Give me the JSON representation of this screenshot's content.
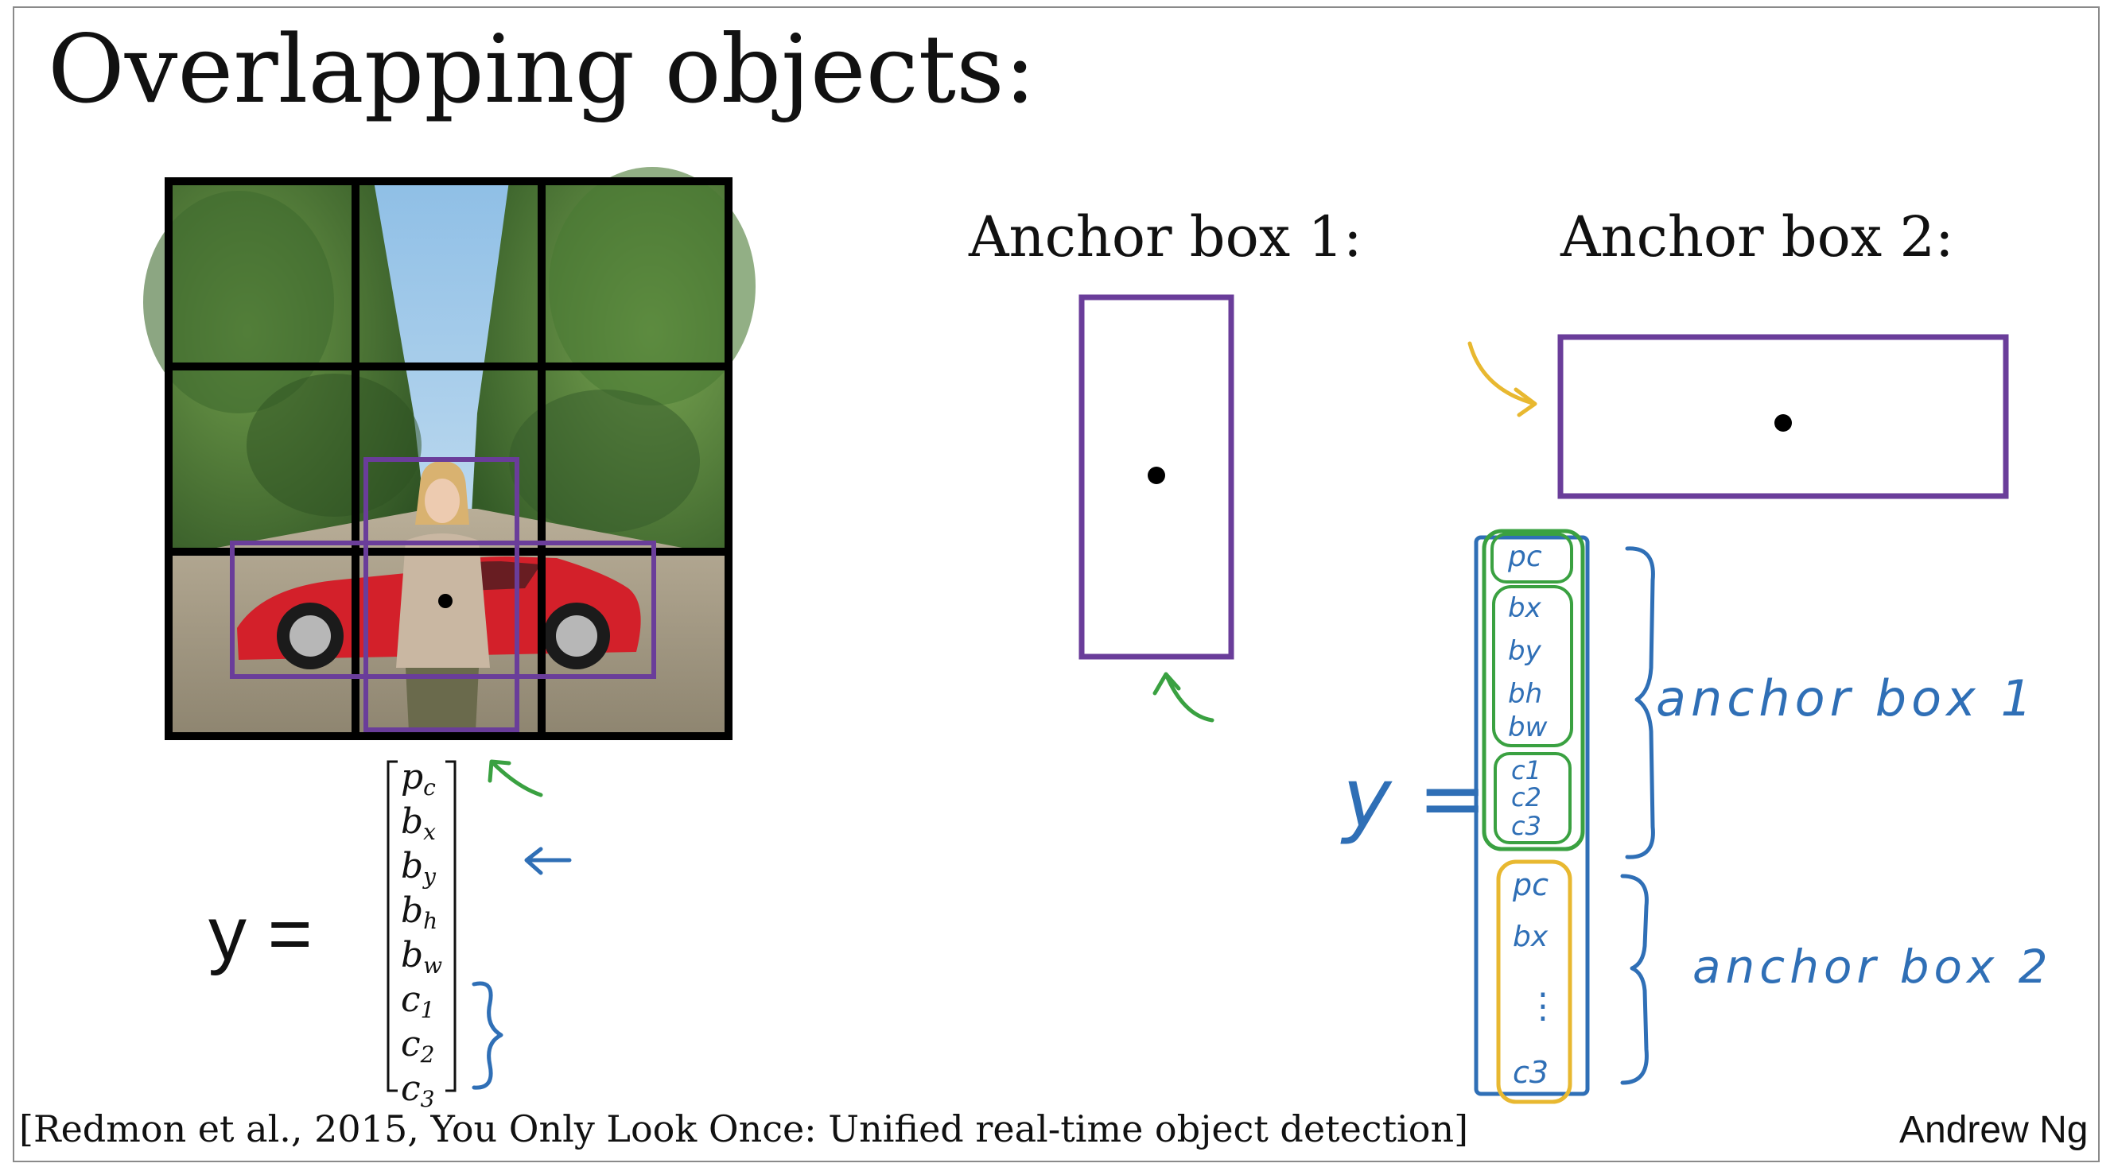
{
  "slide": {
    "title": "Overlapping objects:",
    "citation": "[Redmon et al., 2015, You Only Look Once: Unified real-time object detection]",
    "author": "Andrew Ng"
  },
  "anchors": {
    "box1_label": "Anchor box 1:",
    "box2_label": "Anchor box 2:"
  },
  "equation": {
    "lhs": "y  =",
    "vector": [
      {
        "base": "p",
        "sub": "c"
      },
      {
        "base": "b",
        "sub": "x"
      },
      {
        "base": "b",
        "sub": "y"
      },
      {
        "base": "b",
        "sub": "h"
      },
      {
        "base": "b",
        "sub": "w"
      },
      {
        "base": "c",
        "sub": "1"
      },
      {
        "base": "c",
        "sub": "2"
      },
      {
        "base": "c",
        "sub": "3"
      }
    ]
  },
  "handwriting": {
    "y_label": "y =",
    "anchor1_text": "anchor box 1",
    "anchor2_text": "anchor box 2",
    "stack1": [
      "pc",
      "bx",
      "by",
      "bh",
      "bw",
      "c1",
      "c2",
      "c3"
    ],
    "stack2": [
      "pc",
      "bx",
      "⋮",
      "c3"
    ]
  },
  "colors": {
    "grid": "#000000",
    "box_purple": "#6a3d9a",
    "ink_blue": "#2f6fb6",
    "ink_green": "#3aa141",
    "ink_yellow": "#e8b830",
    "text": "#111111"
  }
}
